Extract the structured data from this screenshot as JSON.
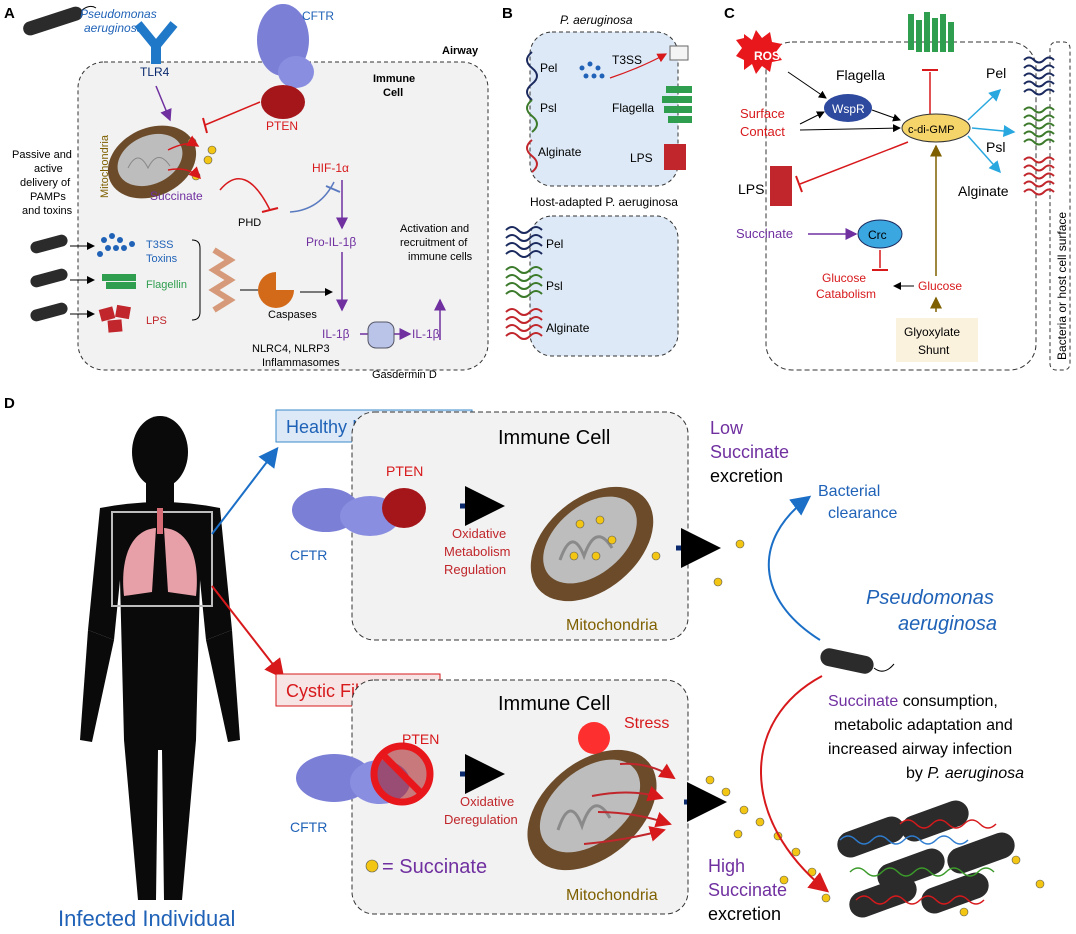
{
  "panels": {
    "a": "A",
    "b": "B",
    "c": "C",
    "d": "D"
  },
  "colors": {
    "text_blue": "#1f62b7",
    "text_red": "#d7191c",
    "text_purple": "#7030a0",
    "text_olive": "#7f6000",
    "text_dark": "#0b2a6e",
    "pel": "#1b2a5e",
    "psl": "#3b7a2a",
    "alginate": "#c0262b",
    "flagella": "#2f9e4f",
    "box_fill": "#f2f2f2",
    "cell_fill": "#dde9f6",
    "ros": "#e8171c",
    "wspr": "#2e4a9e",
    "cdigmp": "#f5d46a",
    "crc": "#3aa7e0",
    "arrow_cyan": "#29a8e0"
  },
  "a": {
    "pseudomonas": [
      "Pseudomonas",
      "aeruginosa"
    ],
    "cftr": "CFTR",
    "tlr4": "TLR4",
    "immune_cell": [
      "Immune",
      "Cell"
    ],
    "airway": "Airway",
    "pten": "PTEN",
    "mitochondria": "Mitochondria",
    "passive": [
      "Passive and",
      "active",
      "delivery of",
      "PAMPs",
      "and toxins"
    ],
    "succinate": "Succinate",
    "hif": "HIF-1α",
    "phd": "PHD",
    "pro_il": "Pro-IL-1β",
    "activation": [
      "Activation and",
      "recruitment of",
      "immune cells"
    ],
    "t3ss": [
      "T3SS",
      "Toxins"
    ],
    "flagellin": "Flagellin",
    "lps": "LPS",
    "caspases": "Caspases",
    "il1b_in": "IL-1β",
    "il1b_out": "IL-1β",
    "inflammasomes": [
      "NLRC4, NLRP3",
      "Inflammasomes"
    ],
    "gasdermin": "Gasdermin D"
  },
  "b": {
    "title_top": "P. aeruginosa",
    "pel": "Pel",
    "psl": "Psl",
    "alginate": "Alginate",
    "t3ss": "T3SS",
    "flagella": "Flagella",
    "lps": "LPS",
    "title_bottom": "Host-adapted P. aeruginosa",
    "pel2": "Pel",
    "psl2": "Psl",
    "alginate2": "Alginate"
  },
  "c": {
    "ros": "ROS",
    "flagella": "Flagella",
    "wspr": "WspR",
    "surface_contact": [
      "Surface",
      "Contact"
    ],
    "cdigmp": "c-di-GMP",
    "pel": "Pel",
    "psl": "Psl",
    "alginate": "Alginate",
    "lps": "LPS",
    "succinate": "Succinate",
    "crc": "Crc",
    "glucose_catabolism": [
      "Glucose",
      "Catabolism"
    ],
    "glucose": "Glucose",
    "glyoxylate": [
      "Glyoxylate",
      "Shunt"
    ],
    "surface_label": "Bacteria or host cell surface"
  },
  "d": {
    "healthy": "Healthy Individual",
    "cystic": "Cystic Fibrosis",
    "immune_cell_top": "Immune Cell",
    "immune_cell_bottom": "Immune Cell",
    "pten_top": "PTEN",
    "pten_bottom": "PTEN",
    "cftr_top": "CFTR",
    "cftr_bottom": "CFTR",
    "oxidative_top": [
      "Oxidative",
      "Metabolism",
      "Regulation"
    ],
    "oxidative_bottom": [
      "Oxidative",
      "Deregulation"
    ],
    "mito_top": "Mitochondria",
    "mito_bottom": "Mitochondria",
    "low_succinate": [
      "Low",
      "Succinate",
      "excretion"
    ],
    "high_succinate": [
      "High",
      "Succinate",
      "excretion"
    ],
    "bacterial_clearance": [
      "Bacterial",
      "clearance"
    ],
    "pseudomonas": [
      "Pseudomonas",
      "aeruginosa"
    ],
    "consumption_word": "Succinate",
    "consumption_rest": " consumption,",
    "consumption_lines": [
      "metabolic adaptation and",
      "increased airway infection"
    ],
    "by": "by ",
    "by_species": "P. aeruginosa",
    "stress": "Stress",
    "legend": "= Succinate",
    "infected": "Infected Individual"
  }
}
